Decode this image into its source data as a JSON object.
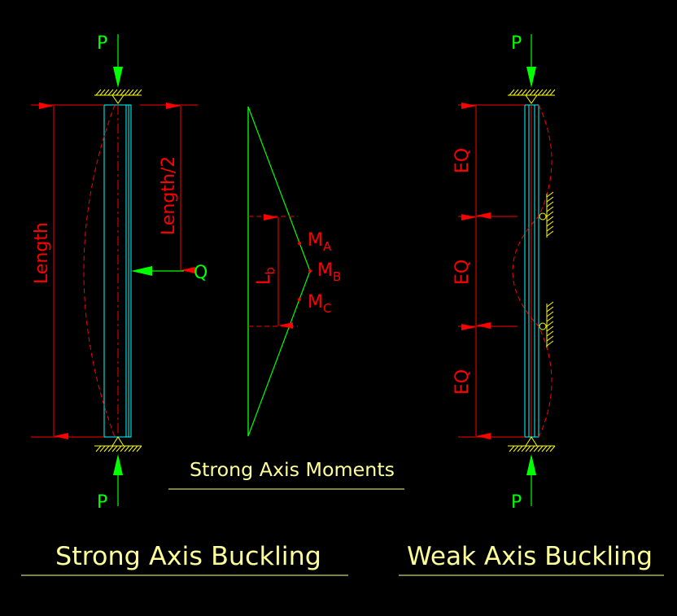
{
  "colors": {
    "background": "#000000",
    "load": "#00ff00",
    "member": "#00ffff",
    "dimension": "#ff0000",
    "text": "#ffff99",
    "support": "#ffff00",
    "moment": "#00ff00",
    "deflected": "#ff0000"
  },
  "strong_axis": {
    "load_top": "P",
    "load_bottom": "P",
    "dim_length": "Length",
    "dim_half_length": "Length/2",
    "lateral_load": "Q",
    "title": "Strong Axis Buckling"
  },
  "moments": {
    "lb_main": "L",
    "lb_sub": "b",
    "ma_main": "M",
    "ma_sub": "A",
    "mb_main": "M",
    "mb_sub": "B",
    "mc_main": "M",
    "mc_sub": "C",
    "title": "Strong Axis Moments"
  },
  "weak_axis": {
    "load_top": "P",
    "load_bottom": "P",
    "seg_top": "EQ",
    "seg_mid": "EQ",
    "seg_bottom": "EQ",
    "title": "Weak Axis Buckling"
  }
}
